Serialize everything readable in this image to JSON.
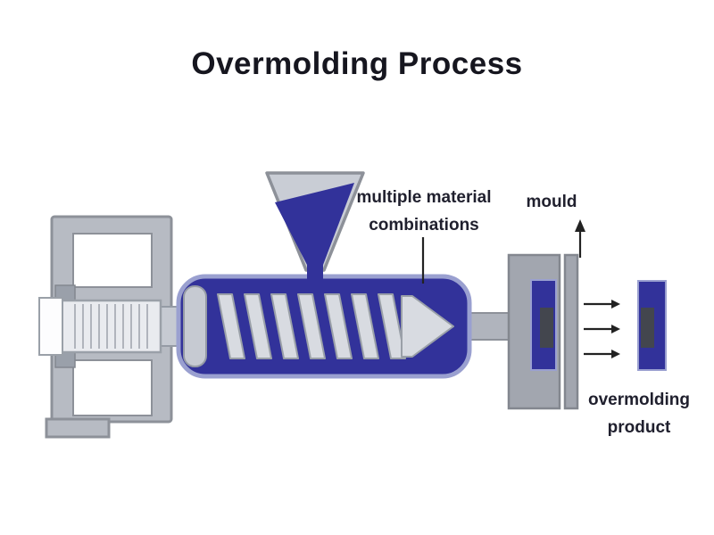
{
  "title": "Overmolding Process",
  "labels": {
    "material_combinations": {
      "line1": "multiple material",
      "line2": "combinations"
    },
    "mould": "mould",
    "overmolding_product": {
      "line1": "overmolding",
      "line2": "product"
    }
  },
  "diagram": {
    "flow_arrows": {
      "count": 3,
      "direction": "right"
    },
    "mould_pointer": "up-arrow",
    "material_pointer": "vertical-line",
    "screw_flights": 7
  },
  "colors": {
    "background": "#FFFFFF",
    "title_text": "#16161F",
    "label_text": "#20202E",
    "melt_blue": "#32329A",
    "barrel_border": "#9AA0D0",
    "machine_gray": "#B7BBC3",
    "light_gray": "#E9EBEF",
    "mold_gray": "#A2A6AF",
    "core_dark": "#43464E",
    "outline_gray": "#8D9199",
    "arrow_black": "#222222"
  }
}
